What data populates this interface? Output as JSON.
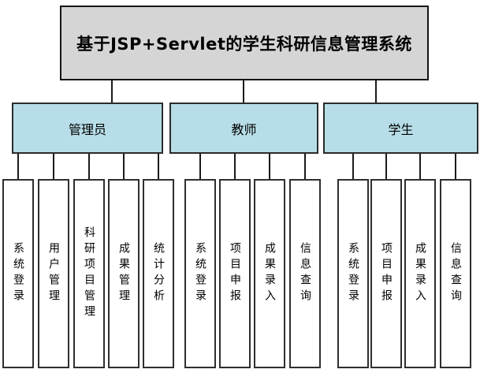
{
  "diagram": {
    "root": {
      "title": "基于JSP+Servlet的学生科研信息管理系统"
    },
    "roles": [
      {
        "label": "管理员",
        "children": [
          "系统登录",
          "用户管理",
          "科研项目管理",
          "成果管理",
          "统计分析"
        ]
      },
      {
        "label": "教师",
        "children": [
          "系统登录",
          "项目申报",
          "成果录入",
          "信息查询"
        ]
      },
      {
        "label": "学生",
        "children": [
          "系统登录",
          "项目申报",
          "成果录入",
          "信息查询"
        ]
      }
    ],
    "colors": {
      "root_fill": "#d5d5d5",
      "role_fill": "#b7dee8",
      "leaf_fill": "#ffffff",
      "border": "#2b2b2b",
      "line": "#1a1a1a"
    }
  }
}
